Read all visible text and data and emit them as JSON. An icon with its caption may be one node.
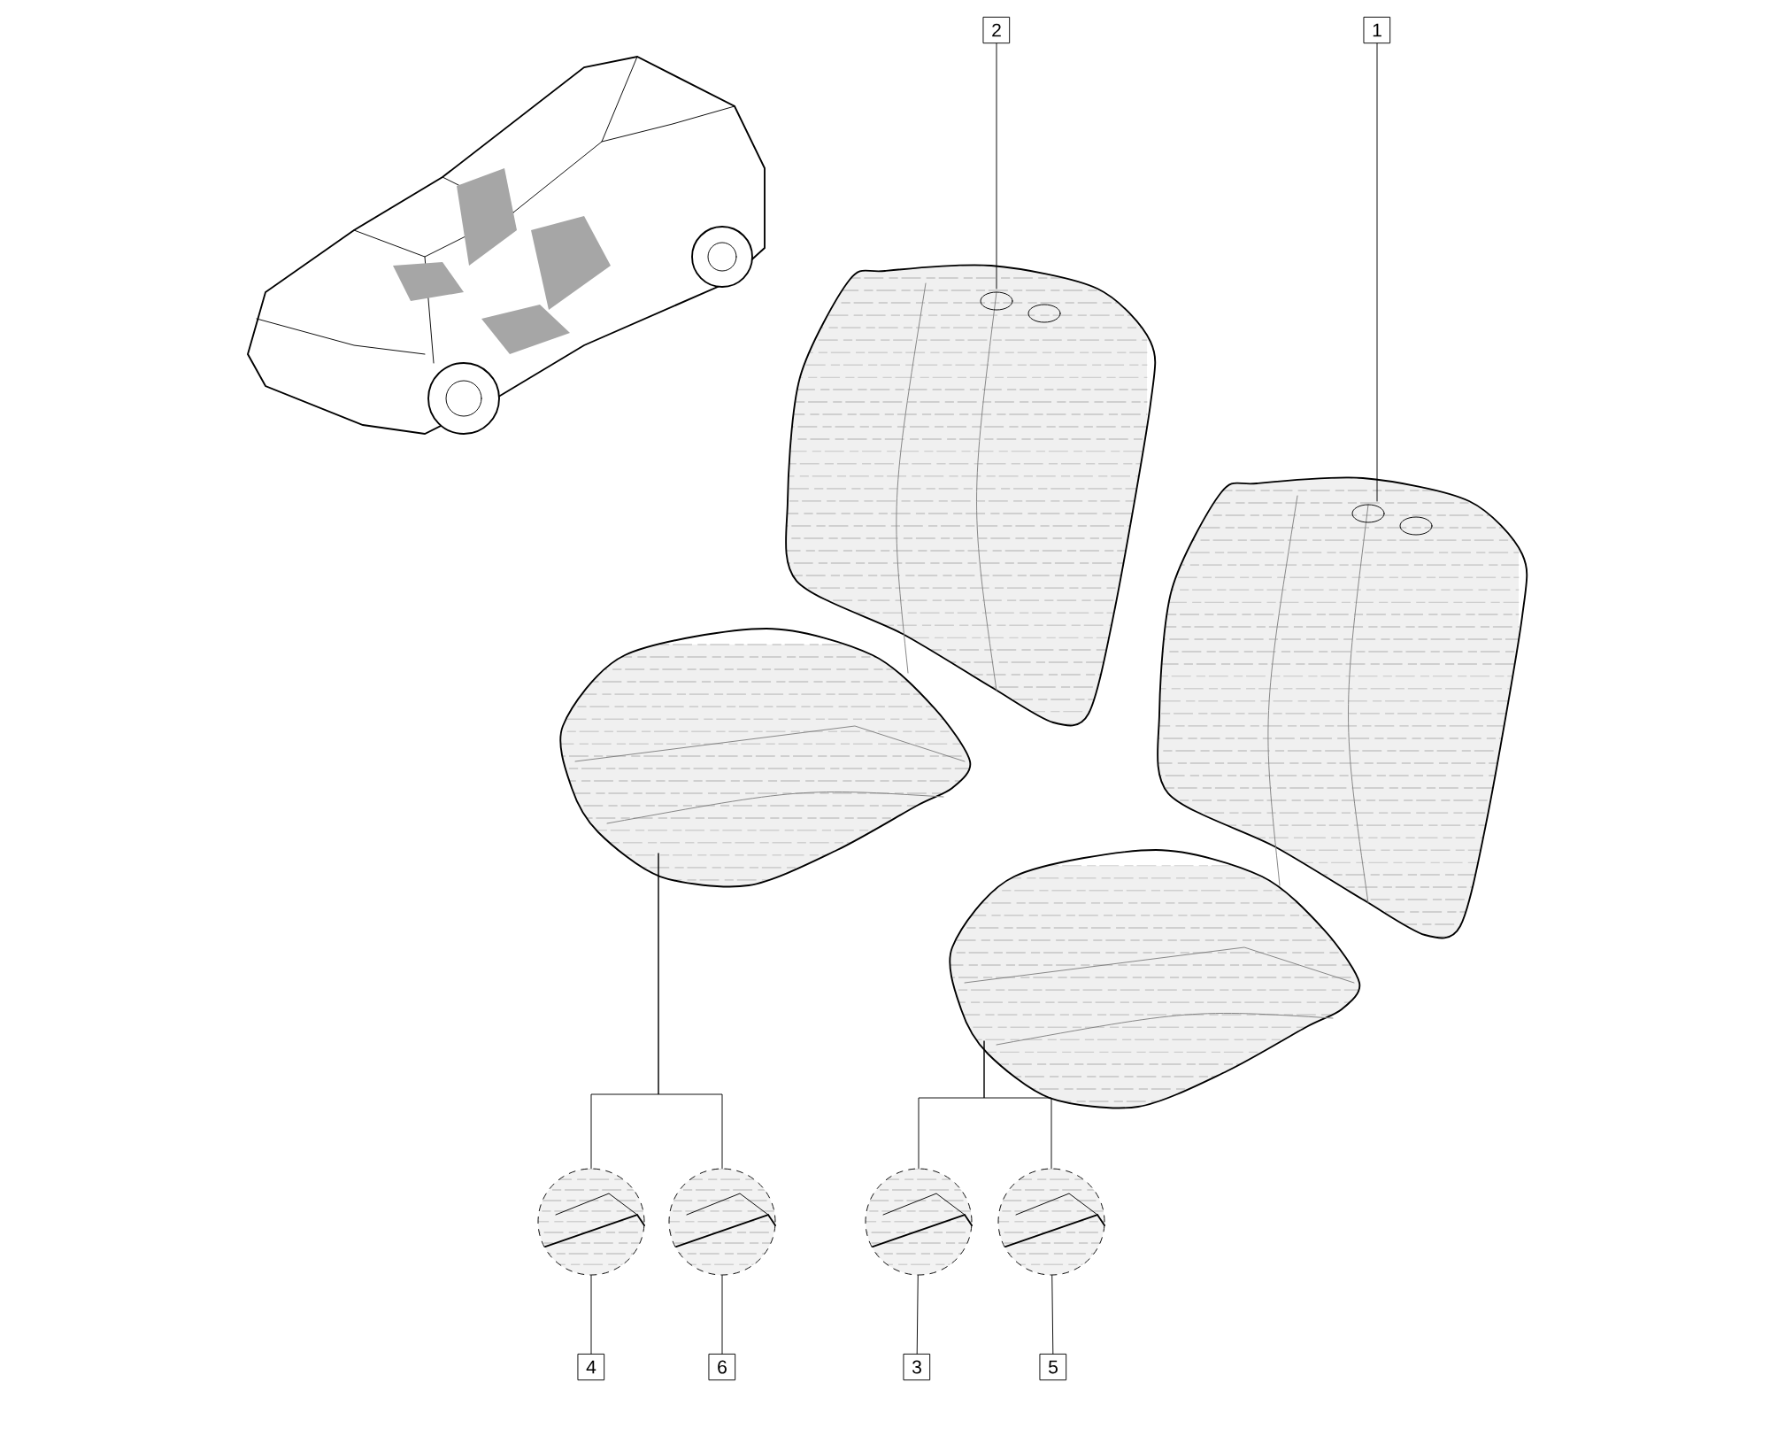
{
  "diagram": {
    "nodes": [
      {
        "text": [
          "2"
        ]
      },
      {
        "text": [
          "1"
        ]
      },
      {
        "text": [],
        "shape": "picture"
      },
      {
        "text": [],
        "shape": "picture"
      },
      {
        "text": [],
        "shape": "picture"
      },
      {
        "text": [],
        "shape": "picture"
      },
      {
        "text": [],
        "shape": "circle"
      },
      {
        "text": [],
        "shape": "circle"
      },
      {
        "text": [],
        "shape": "circle"
      },
      {
        "text": [],
        "shape": "circle"
      },
      {
        "text": [
          "4"
        ]
      },
      {
        "text": [
          "6"
        ]
      },
      {
        "text": [
          "3"
        ]
      },
      {
        "text": [
          "5"
        ]
      }
    ],
    "edges": [
      {
        "from": 0,
        "to": 2,
        "arrow": "none"
      },
      {
        "from": 1,
        "to": 3,
        "arrow": "none"
      },
      {
        "from": 4,
        "to": 6,
        "arrow": "none"
      },
      {
        "from": 4,
        "to": 7,
        "arrow": "none"
      },
      {
        "from": 5,
        "to": 8,
        "arrow": "none"
      },
      {
        "from": 5,
        "to": 9,
        "arrow": "none"
      },
      {
        "from": 10,
        "to": 6,
        "arrow": "none"
      },
      {
        "from": 11,
        "to": 7,
        "arrow": "none"
      },
      {
        "from": 12,
        "to": 8,
        "arrow": "none"
      },
      {
        "from": 13,
        "to": 9,
        "arrow": "none"
      }
    ]
  }
}
